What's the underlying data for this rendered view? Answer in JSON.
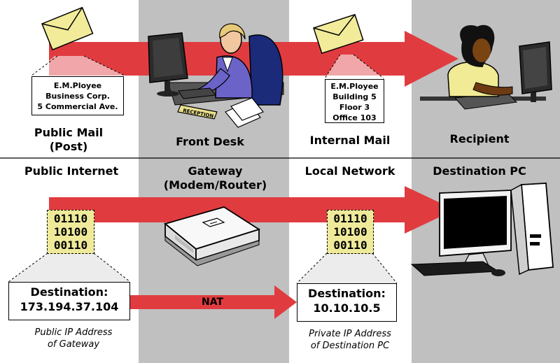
{
  "colors": {
    "column_shade": "#c0c0c0",
    "arrow": "#e03c40",
    "binary_bg": "#eeea9a",
    "envelope": "#f2ec9a"
  },
  "top": {
    "columns": [
      {
        "label_line1": "Public Mail",
        "label_line2": "(Post)"
      },
      {
        "label": "Front Desk"
      },
      {
        "label": "Internal Mail"
      },
      {
        "label": "Recipient"
      }
    ],
    "public_address": [
      "E.M.Ployee",
      "Business Corp.",
      "5 Commercial Ave."
    ],
    "internal_address": [
      "E.M.Ployee",
      "Building 5",
      "Floor 3",
      "Office 103"
    ],
    "reception_sign": "RECEPTION"
  },
  "bottom": {
    "columns": [
      {
        "label": "Public Internet"
      },
      {
        "label_line1": "Gateway",
        "label_line2": "(Modem/Router)"
      },
      {
        "label": "Local Network"
      },
      {
        "label": "Destination PC"
      }
    ],
    "binary": [
      "01110",
      "10100",
      "00110"
    ],
    "public_dest": {
      "title": "Destination:",
      "ip": "173.194.37.104"
    },
    "private_dest": {
      "title": "Destination:",
      "ip": "10.10.10.5"
    },
    "public_caption": [
      "Public IP Address",
      "of Gateway"
    ],
    "private_caption": [
      "Private IP Address",
      "of Destination PC"
    ],
    "nat_label": "NAT"
  },
  "icons": [
    "envelope-icon",
    "receptionist-icon",
    "recipient-icon",
    "modem-router-icon",
    "desktop-pc-icon",
    "computer-monitor-icon"
  ]
}
